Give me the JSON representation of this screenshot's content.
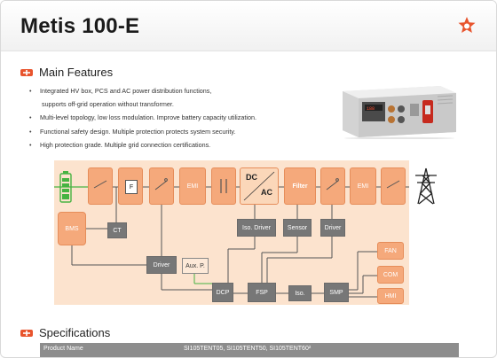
{
  "title": "Metis 100-E",
  "main_features": {
    "heading": "Main Features",
    "items": [
      "Integrated HV box, PCS and AC power distribution functions,",
      "supports off-grid operation without transformer.",
      "Multi-level topology, low loss modulation. Improve battery capacity utilization.",
      "Functional safety design. Multiple protection protects system security.",
      "High protection grade. Multiple grid connection certifications."
    ]
  },
  "diagram": {
    "fuse": "F",
    "emi_left": "EMI",
    "dc": "DC",
    "ac": "AC",
    "filter": "Filter",
    "emi_right": "EMI",
    "bms": "BMS",
    "ct": "CT",
    "iso_driver": "Iso. Driver",
    "sensor": "Sensor",
    "driver_right": "Driver",
    "driver_left": "Driver",
    "aux": "Aux. P.",
    "dcp": "DCP",
    "fsp": "FSP",
    "iso": "Iso.",
    "smp": "SMP",
    "fan": "FAN",
    "com": "COM",
    "hmi": "HMI"
  },
  "specifications": {
    "heading": "Specifications",
    "row_label": "Product Name",
    "row_value": "SI105TENT05,  SI105TENT50, SI105TENT60²"
  },
  "colors": {
    "accent": "#e8542d",
    "diagram_bg": "#fce3ce",
    "block_orange": "#f5a97b",
    "block_gray": "#777777",
    "battery_green": "#46b341"
  }
}
